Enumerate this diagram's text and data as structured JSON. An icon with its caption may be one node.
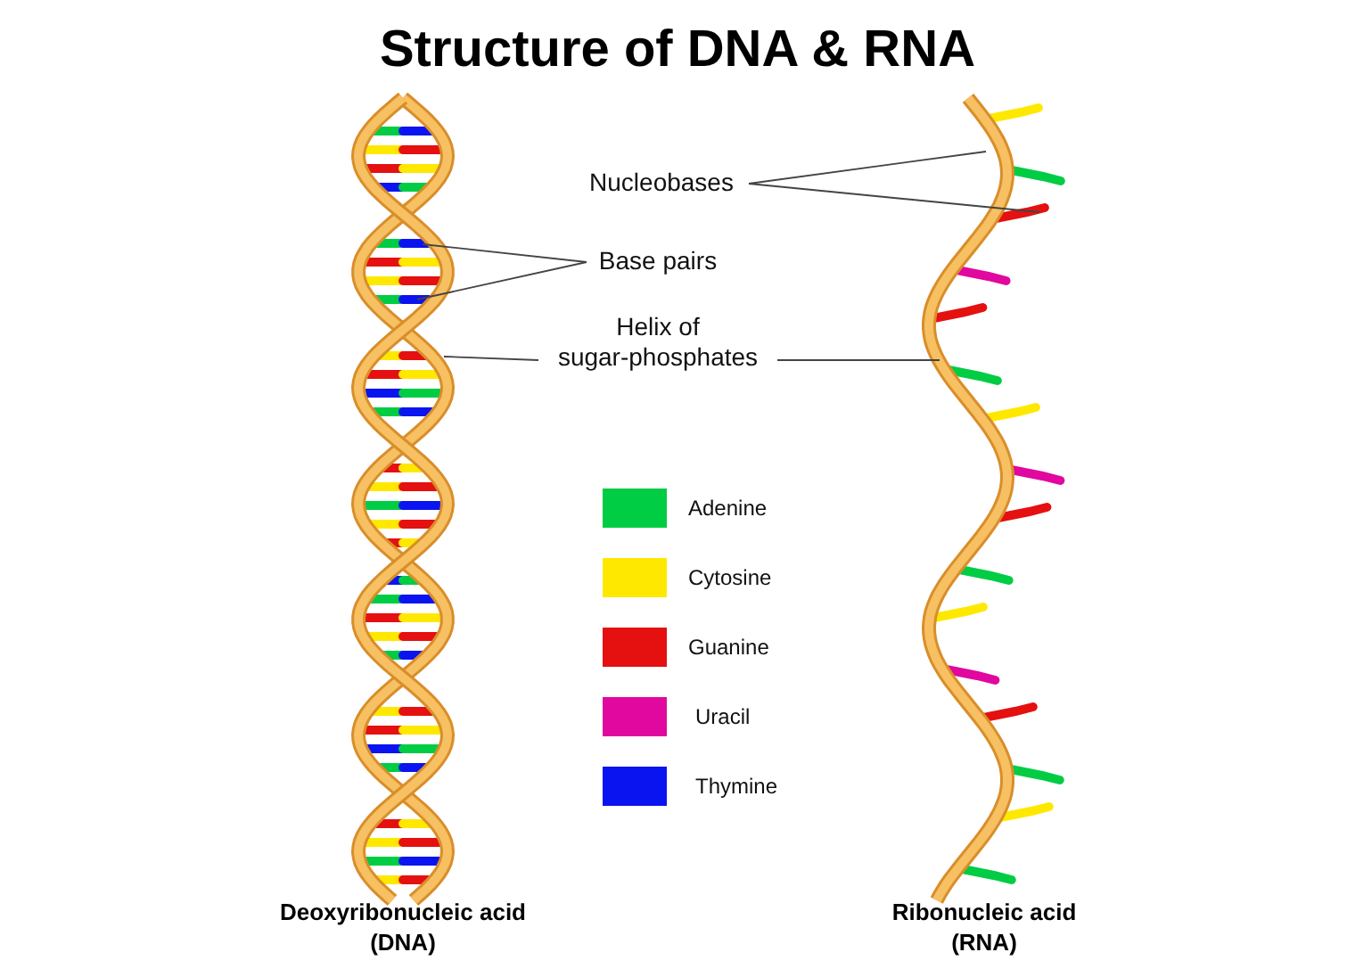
{
  "diagram": {
    "title": "Structure of DNA & RNA",
    "nodes": [
      {
        "text": [],
        "shape": "picture",
        "beside": [
          "Deoxyribonucleic acid (DNA)"
        ]
      },
      {
        "text": [],
        "shape": "picture",
        "beside": [
          "Ribonucleic acid (RNA)"
        ]
      },
      {
        "text": [
          "Nucleobases"
        ]
      },
      {
        "text": [
          "Base pairs"
        ]
      },
      {
        "text": [
          "Helix of sugar-phosphates"
        ]
      }
    ],
    "edges": [
      {
        "from": 2,
        "to": 1,
        "arrow": "none"
      },
      {
        "from": 2,
        "to": 1,
        "arrow": "none"
      },
      {
        "from": 3,
        "to": 0,
        "arrow": "none"
      },
      {
        "from": 3,
        "to": 0,
        "arrow": "none"
      },
      {
        "from": 4,
        "to": 0,
        "arrow": "none"
      },
      {
        "from": 4,
        "to": 1,
        "arrow": "none"
      }
    ],
    "legend": [
      {
        "text": "Adenine",
        "color": "#00cc44"
      },
      {
        "text": "Cytosine",
        "color": "#ffe800"
      },
      {
        "text": "Guanine",
        "color": "#e51010"
      },
      {
        "text": "Uracil",
        "color": "#e0089e"
      },
      {
        "text": "Thymine",
        "color": "#0a14f0"
      }
    ]
  }
}
